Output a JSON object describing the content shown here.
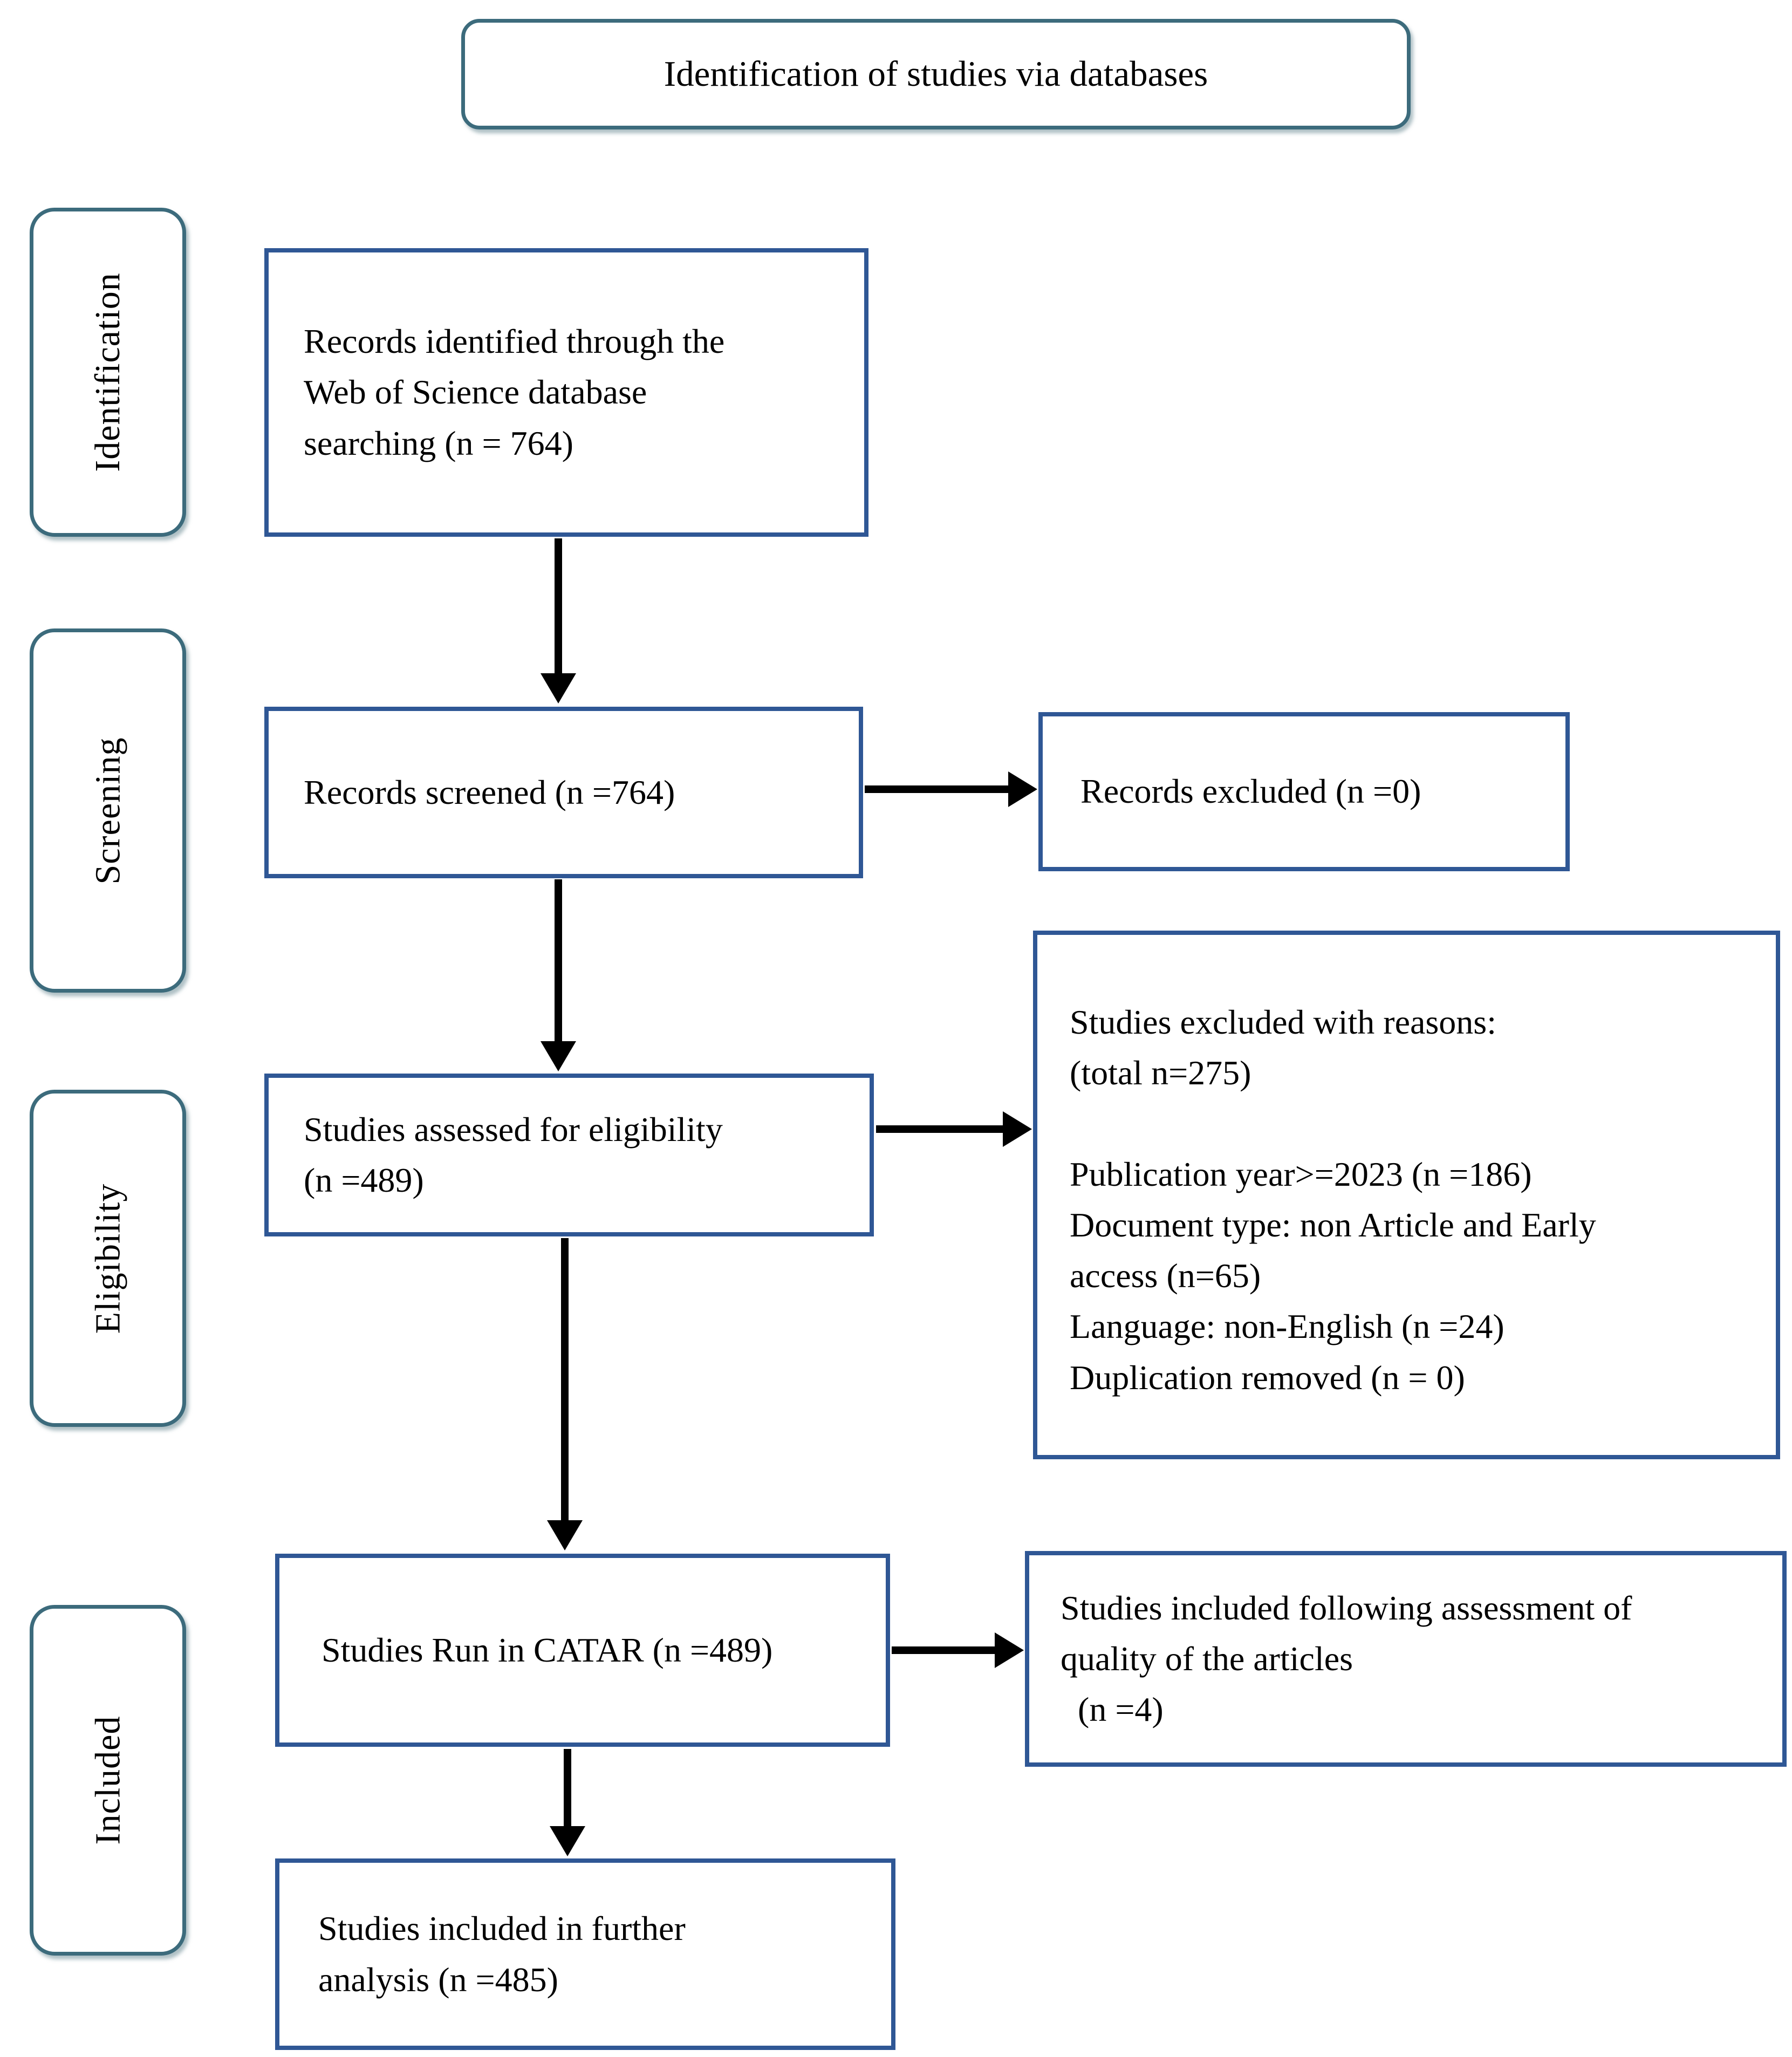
{
  "title": "Identification of studies via databases",
  "stages": [
    {
      "label": "Identification"
    },
    {
      "label": "Screening"
    },
    {
      "label": "Eligibility"
    },
    {
      "label": "Included"
    }
  ],
  "boxes": {
    "identified": {
      "text": "Records identified through the\nWeb of Science database\nsearching (n = 764)"
    },
    "screened": {
      "text": "Records screened (n =764)"
    },
    "records_excluded": {
      "text": "Records excluded (n =0)"
    },
    "assessed": {
      "text": "Studies assessed for eligibility\n(n =489)"
    },
    "excluded_reasons": {
      "text": "Studies excluded with reasons:\n(total n=275)\n\nPublication year>=2023 (n =186)\nDocument type: non Article and Early\naccess (n=65)\nLanguage: non-English (n =24)\nDuplication removed (n = 0)"
    },
    "catar": {
      "text": "Studies Run in CATAR (n =489)"
    },
    "quality": {
      "text": "Studies included following assessment of\nquality of the articles\n  (n =4)"
    },
    "further": {
      "text": "Studies included in further\nanalysis (n =485)"
    }
  },
  "colors": {
    "flow_box_border": "#2f5795",
    "stage_box_border": "#3c6b7c",
    "arrow": "#000000",
    "background": "#ffffff",
    "text": "#000000"
  }
}
